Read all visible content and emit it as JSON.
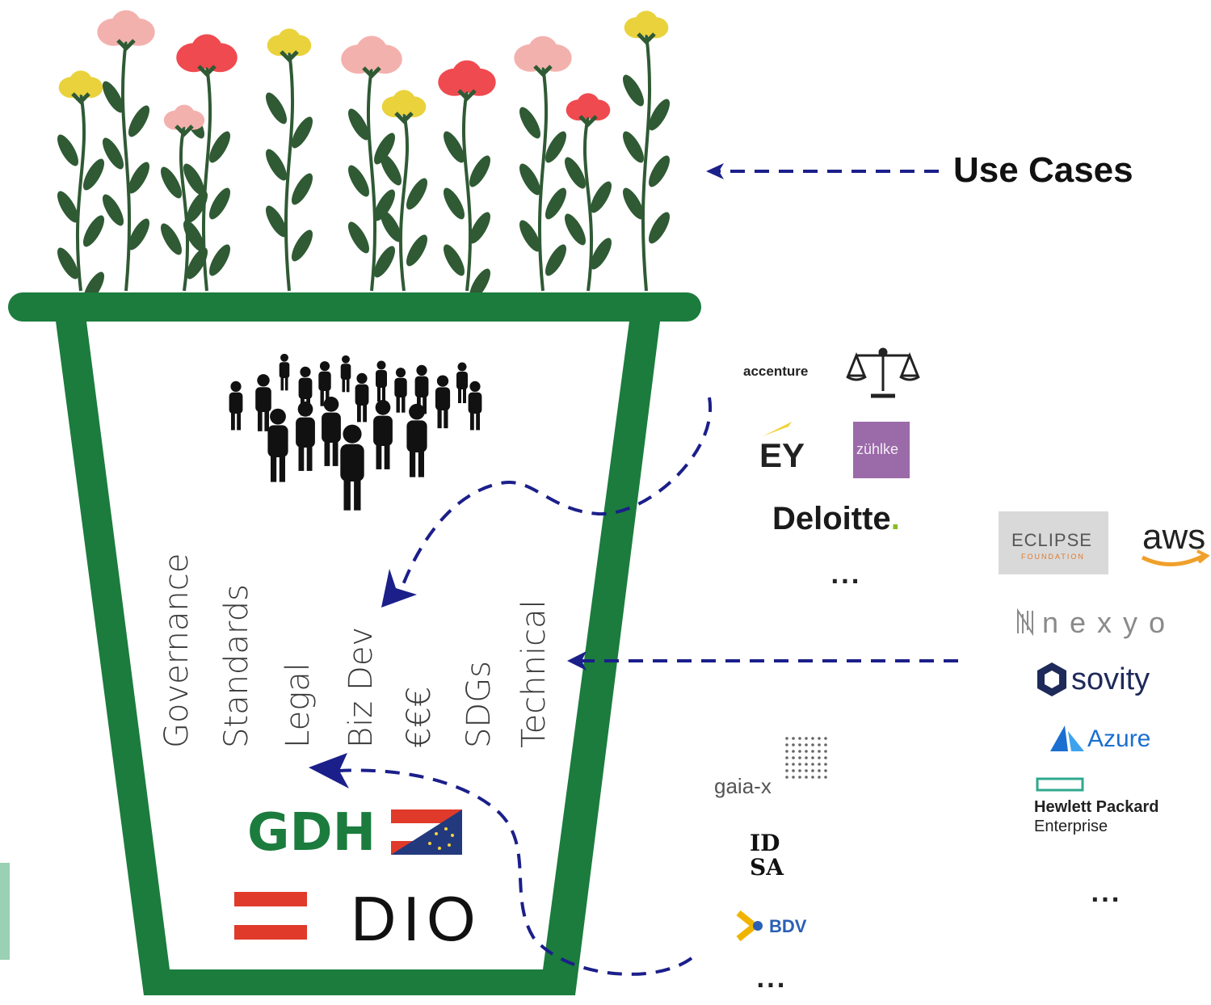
{
  "title": "Use Cases",
  "pillars": [
    "Governance",
    "Standards",
    "Legal",
    "Biz Dev",
    "€€€",
    "SDGs",
    "Technical"
  ],
  "hub": {
    "gdh": "GDH",
    "dio": "DIO"
  },
  "consultancies": {
    "accenture": "accenture",
    "ey": "EY",
    "zuhlke": "zühlke",
    "deloitte": "Deloitte",
    "deloitte_dot": ".",
    "more": "..."
  },
  "associations": {
    "gaiax": "gaia-x",
    "idsa_1": "ID",
    "idsa_2": "SA",
    "bdv": "BDV",
    "more": "..."
  },
  "tech": {
    "eclipse": "ECLIPSE",
    "eclipse_sub": "FOUNDATION",
    "aws": "aws",
    "nexyo": "nexyo",
    "sovity": "sovity",
    "azure": "Azure",
    "hpe_1": "Hewlett Packard",
    "hpe_2": "Enterprise",
    "more": "..."
  },
  "colors": {
    "pot_green": "#1b7c3d",
    "leaf_green": "#2f5a34",
    "arrow_blue": "#1b1f8a",
    "red": "#e03a2a",
    "pink": "#f3b1ae",
    "coral": "#ef4a50",
    "yellow": "#e9d23c"
  },
  "icons": [
    "flowers-illustration",
    "scales-icon",
    "people-crowd-icon",
    "austria-flag-icon",
    "eu-flag-icon"
  ]
}
